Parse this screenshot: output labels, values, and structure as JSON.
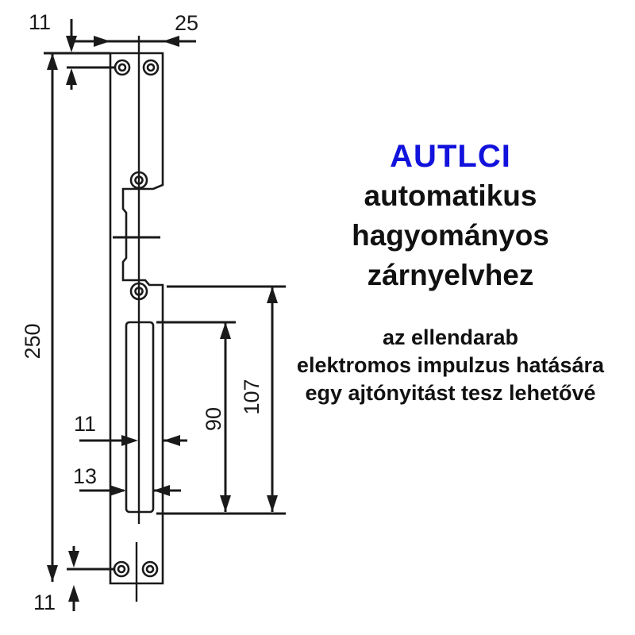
{
  "product": {
    "code": "AUTLCI",
    "title_line1": "automatikus",
    "title_line2": "hagyományos",
    "title_line3": "zárnyelvhez",
    "desc_line1": "az ellendarab",
    "desc_line2": "elektromos impulzus hatására",
    "desc_line3": "egy ajtónyitást tesz lehetővé"
  },
  "dimensions": {
    "top_hole_offset": "11",
    "plate_width": "25",
    "plate_length": "250",
    "center_to_edge": "11",
    "latch_slot_width": "13",
    "latch_slot_length": "90",
    "keeper_cutout_length": "107",
    "bottom_hole_offset": "11"
  },
  "colors": {
    "accent_blue": "#1212dd",
    "ink": "#1a1a1a",
    "background": "#ffffff"
  }
}
